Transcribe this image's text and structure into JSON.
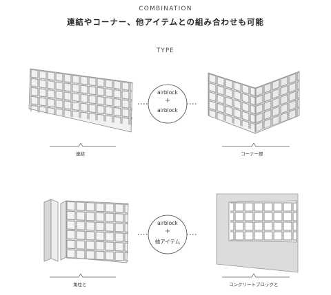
{
  "header": {
    "eyebrow": "COMBINATION",
    "headline": "連結やコーナー、他アイテムとの組み合わせも可能",
    "section": "TYPE"
  },
  "examples": [
    {
      "caption": "連結",
      "circle_top": "airblock",
      "circle_bottom": "airblock"
    },
    {
      "caption": "コーナー部"
    },
    {
      "caption": "角柱と",
      "circle_top": "airblock",
      "circle_bottom": "他アイテム"
    },
    {
      "caption": "コンクリートブロックと"
    }
  ]
}
